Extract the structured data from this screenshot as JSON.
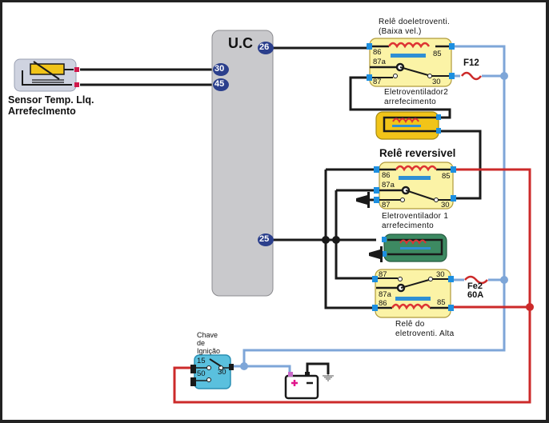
{
  "diagram": {
    "ecu": {
      "label": "U.C",
      "pins": {
        "p26": "26",
        "p30": "30",
        "p45": "45",
        "p25": "25"
      }
    },
    "sensor": {
      "label_line1": "Sensor Temp. Llq.",
      "label_line2": "Arrefeclmento"
    },
    "relay_low": {
      "title_line1": "Relê doeletroventi.",
      "title_line2": "(Baixa vel.)",
      "pins": {
        "p86": "86",
        "p85": "85",
        "p87a": "87a",
        "p87": "87",
        "p30": "30"
      },
      "caption_line1": "Eletroventilador2",
      "caption_line2": "arrefecimento"
    },
    "fuse_f12": {
      "label": "F12"
    },
    "relay_rev": {
      "title": "Relê reversivel",
      "pins": {
        "p86": "86",
        "p85": "85",
        "p87a": "87a",
        "p87": "87",
        "p30": "30"
      },
      "caption_line1": "Eletroventilador 1",
      "caption_line2": "arrefecimento"
    },
    "relay_high": {
      "pins": {
        "p87": "87",
        "p30": "30",
        "p87a": "87a",
        "p86": "86",
        "p85": "85"
      },
      "caption_line1": "Relê do",
      "caption_line2": "eletroventi. Alta"
    },
    "fuse_fe2": {
      "label_line1": "Fe2",
      "label_line2": "60A"
    },
    "ignition": {
      "title_line1": "Chave",
      "title_line2": "de",
      "title_line3": "Ignição",
      "pins": {
        "p15": "15",
        "p50": "50",
        "p30": "30"
      }
    },
    "battery": {
      "plus": "+",
      "minus": "−"
    },
    "colors": {
      "wire_black": "#1a1a1a",
      "wire_blue": "#7ea6d8",
      "wire_red": "#cc2a2a",
      "relay_fill": "#fbf3a6",
      "ecu_fill": "#c9c9cc",
      "pin_badge": "#2b3f8c",
      "fan2_fill": "#f1c419",
      "fan1_fill": "#3d8a62",
      "ignition_fill": "#5ac0de",
      "terminal": "#1d8fe0"
    }
  }
}
